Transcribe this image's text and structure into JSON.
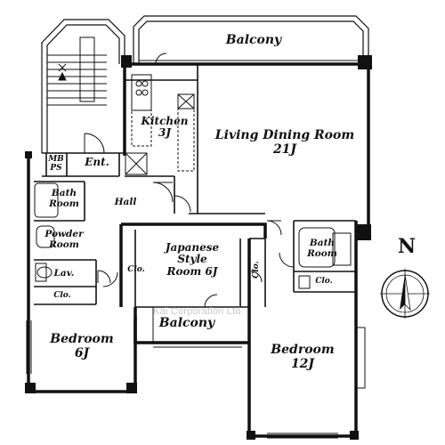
{
  "rooms": {
    "balcony_top": "Balcony",
    "kitchen": {
      "name": "Kitchen",
      "size": "3J"
    },
    "living": {
      "name": "Living Dining Room",
      "size": "21J"
    },
    "mbps": {
      "line1": "MB",
      "line2": "PS"
    },
    "entrance": "Ent.",
    "bath_left": {
      "line1": "Bath",
      "line2": "Room"
    },
    "hall": "Hall",
    "powder": {
      "line1": "Powder",
      "line2": "Room"
    },
    "lavatory": "Lav.",
    "closet_left": "Clo.",
    "japanese": {
      "line1": "Japanese",
      "line2": "Style",
      "line3": "Room 6J"
    },
    "closet_japanese": "Clo.",
    "closet_mid": "Clo.",
    "bath_right": {
      "line1": "Bath",
      "line2": "Room"
    },
    "closet_right": "Clo.",
    "balcony_mid": "Balcony",
    "bedroom_left": {
      "name": "Bedroom",
      "size": "6J"
    },
    "bedroom_right": {
      "name": "Bedroom",
      "size": "12J"
    }
  },
  "compass": {
    "label": "N"
  },
  "watermark": "Kai Corporation Ltd."
}
